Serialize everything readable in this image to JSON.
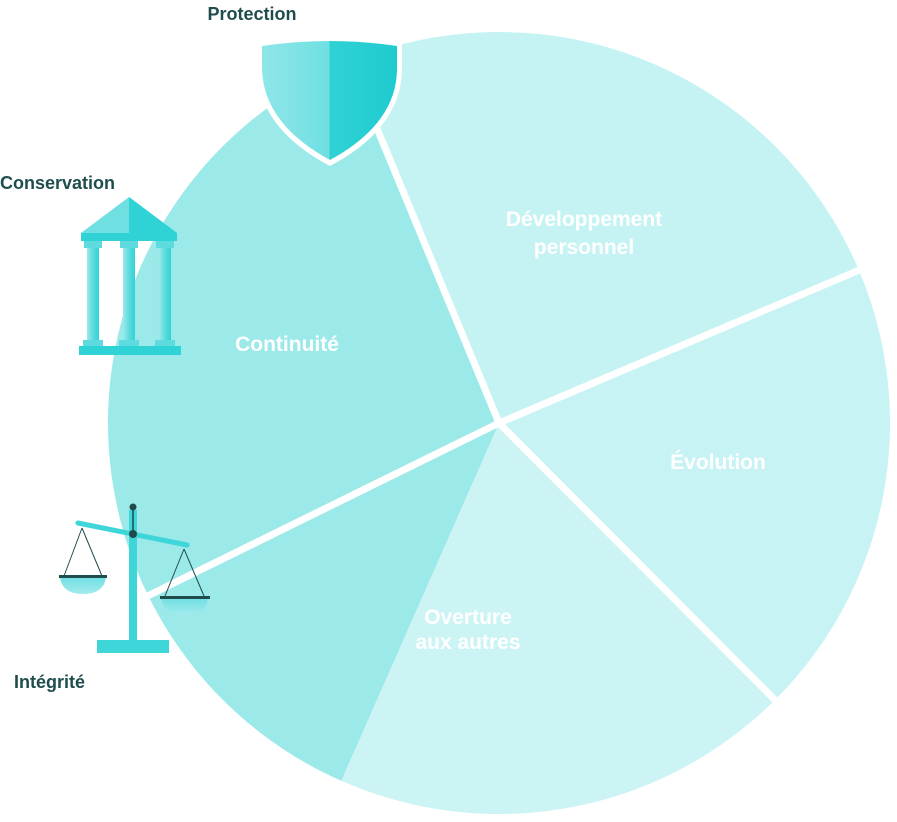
{
  "segments": [
    {
      "id": "continuite",
      "label": "Continuité",
      "color": "#9ce9ea"
    },
    {
      "id": "developpement",
      "label_lines": [
        "Développement",
        "personnel"
      ],
      "color": "#c5f3f3"
    },
    {
      "id": "evolution",
      "label": "Évolution",
      "color": "#c8f3f4"
    },
    {
      "id": "ouverture",
      "label_lines": [
        "Overture",
        "aux autres"
      ],
      "color": "#cdf4f5"
    }
  ],
  "icons": {
    "protection": {
      "label": "Protection",
      "icon": "shield-icon"
    },
    "conservation": {
      "label": "Conservation",
      "icon": "temple-icon"
    },
    "integrite": {
      "label": "Intégrité",
      "icon": "scales-icon"
    }
  },
  "colors": {
    "accent": "#2fd2d5",
    "label_dark": "#1f4d4d",
    "divider": "#ffffff"
  }
}
